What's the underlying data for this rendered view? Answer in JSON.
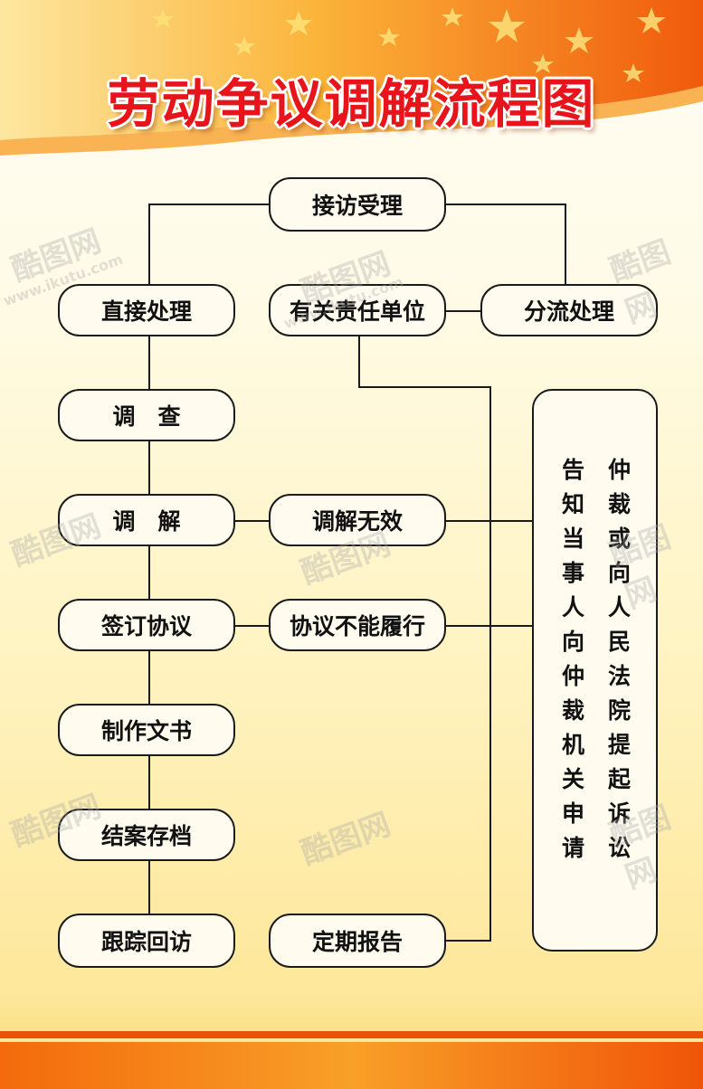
{
  "title": "劳动争议调解流程图",
  "nodes": {
    "accept": "接访受理",
    "direct": "直接处理",
    "related_unit": "有关责任单位",
    "divert": "分流处理",
    "investigate": "调　查",
    "mediate": "调　解",
    "mediation_invalid": "调解无效",
    "sign_agreement": "签订协议",
    "agreement_unfulfilled": "协议不能履行",
    "make_document": "制作文书",
    "close_archive": "结案存档",
    "follow_up": "跟踪回访",
    "regular_report": "定期报告"
  },
  "notice": {
    "col1": "告知当事人向仲裁机关申请",
    "col2": "仲裁或向人民法院提起诉讼"
  },
  "watermark": {
    "logo": "酷图网",
    "url": "www.ikutu.com"
  },
  "colors": {
    "title": "#e8141c",
    "banner_orange": "#f26a10",
    "border": "#1a1a1a"
  }
}
